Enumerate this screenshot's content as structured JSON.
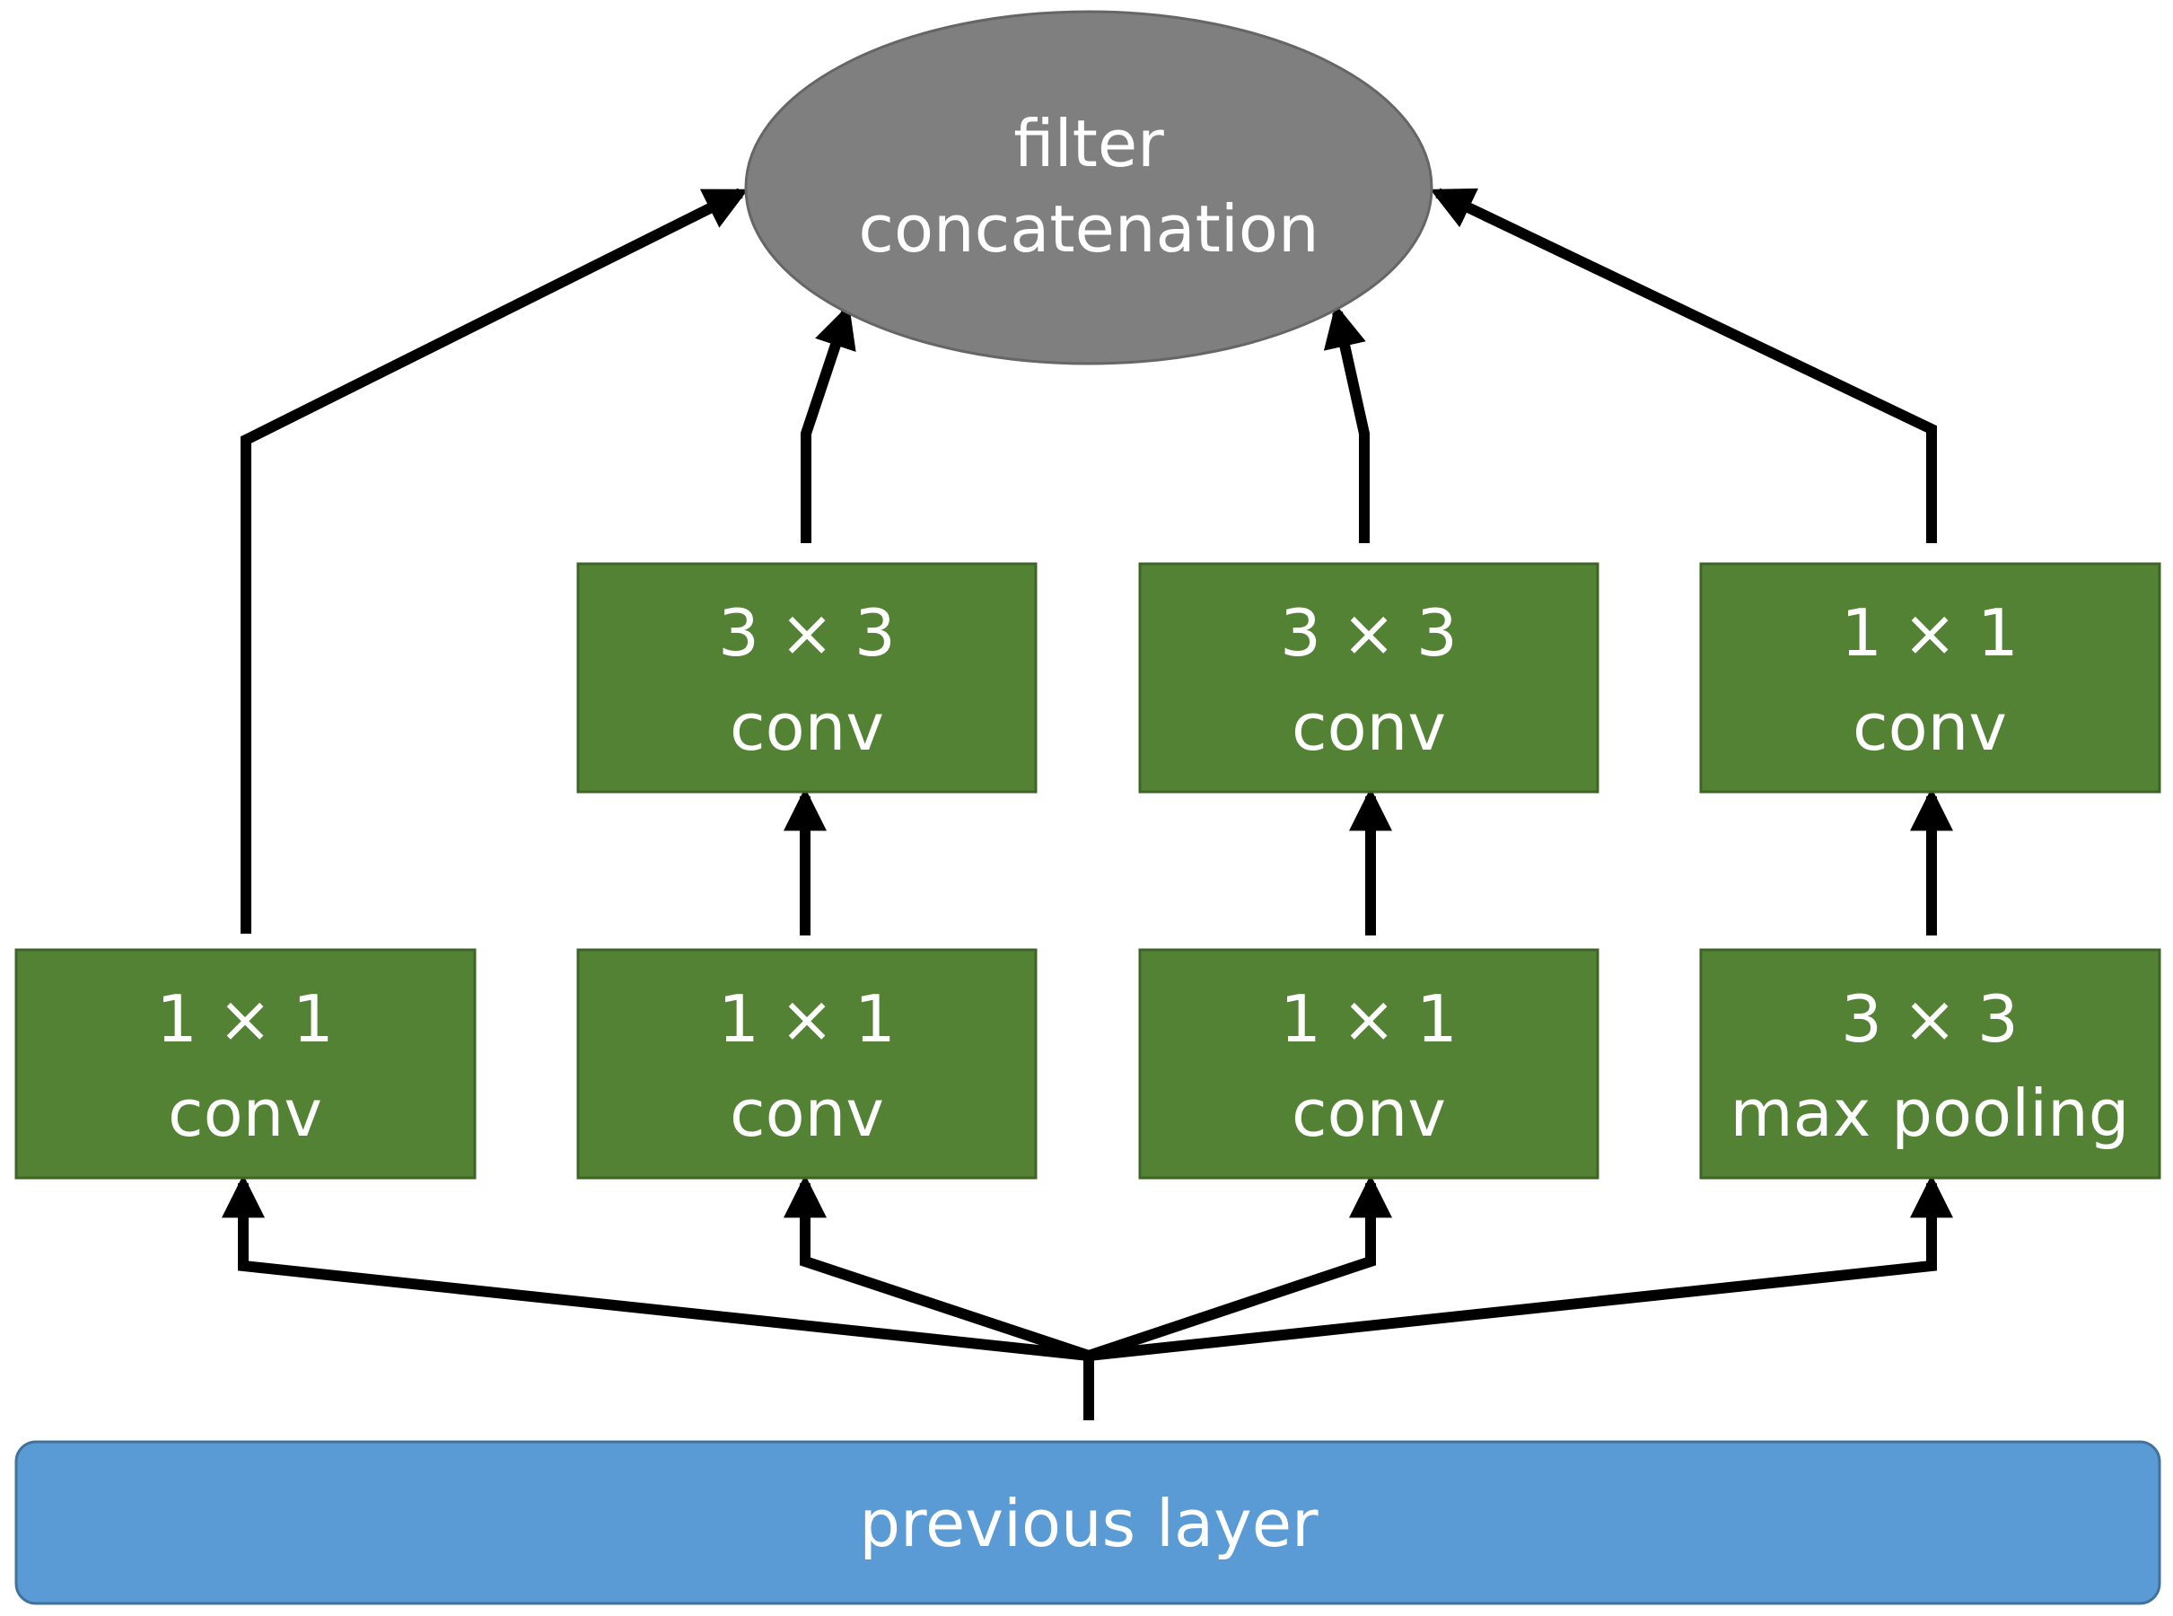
{
  "colors": {
    "conv_box_fill": "#548235",
    "conv_box_border": "#3f6428",
    "concat_fill": "#7f7f7f",
    "concat_border": "#666666",
    "input_fill": "#5b9bd5",
    "input_border": "#41719c",
    "edge": "#000000",
    "text": "#ffffff"
  },
  "concat": {
    "line1": "filter",
    "line2": "concatenation"
  },
  "input": {
    "label": "previous layer"
  },
  "bottom_row": [
    {
      "line1": "1 × 1",
      "line2": "conv"
    },
    {
      "line1": "1 × 1",
      "line2": "conv"
    },
    {
      "line1": "1 × 1",
      "line2": "conv"
    },
    {
      "line1": "3 × 3",
      "line2": "max pooling"
    }
  ],
  "top_row": [
    {
      "line1": "3 × 3",
      "line2": "conv"
    },
    {
      "line1": "3 × 3",
      "line2": "conv"
    },
    {
      "line1": "1 × 1",
      "line2": "conv"
    }
  ]
}
